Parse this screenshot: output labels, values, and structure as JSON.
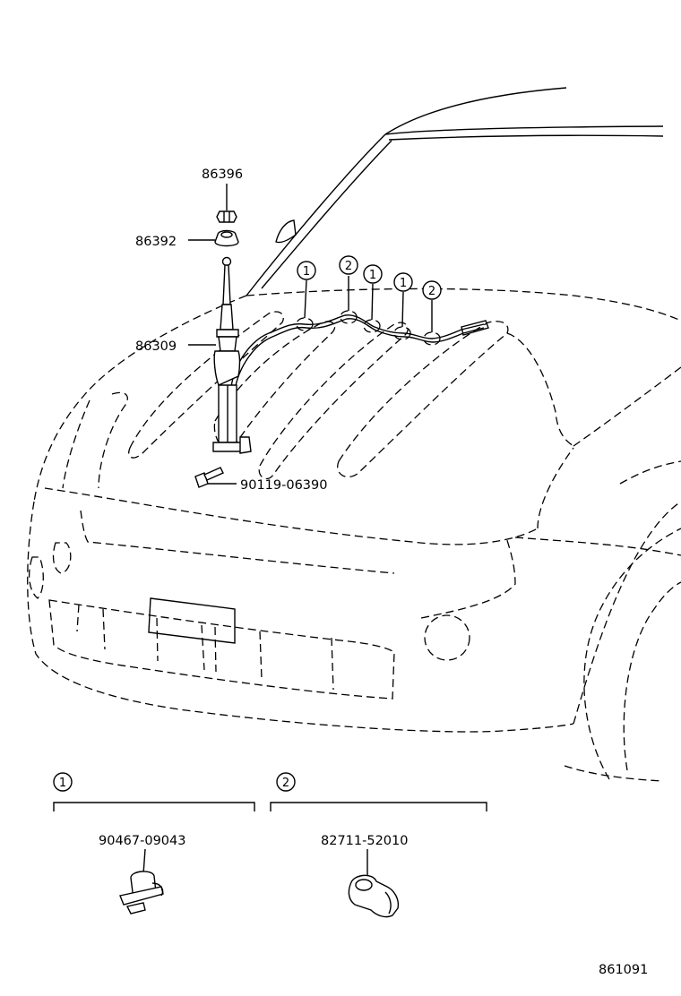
{
  "parts": {
    "nut": "86396",
    "pad": "86392",
    "antenna": "86309",
    "bolt": "90119-06390",
    "clamp": "90467-09043",
    "clip": "82711-52010"
  },
  "callouts": {
    "one": "1",
    "two": "2"
  },
  "legend": {
    "group1_marker": "1",
    "group1_part": "90467-09043",
    "group2_marker": "2",
    "group2_part": "82711-52010"
  },
  "diagram_id": "861091"
}
